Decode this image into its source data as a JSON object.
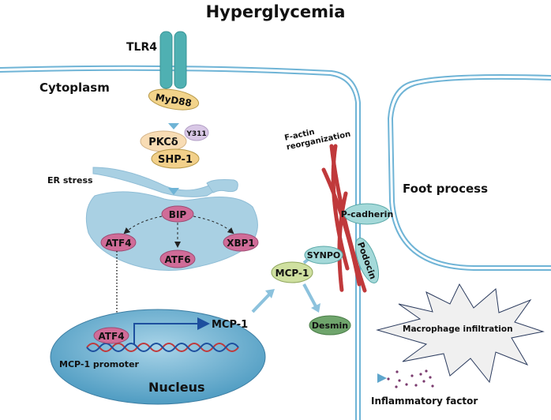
{
  "title": "Hyperglycemia",
  "labels": {
    "tlr4": "TLR4",
    "cytoplasm": "Cytoplasm",
    "er_stress": "ER stress",
    "factin": [
      "F-actin",
      "reorganization"
    ],
    "foot_process": "Foot process",
    "mcp1_out": "MCP-1",
    "promoter": "MCP-1 promoter",
    "nucleus": "Nucleus",
    "macrophage": "Macrophage  infiltration",
    "inflammatory": "Inflammatory factor"
  },
  "nodes": {
    "myd88": "MyD88",
    "pkc": "PKCδ",
    "y311": "Y311",
    "shp1": "SHP-1",
    "bip": "BIP",
    "atf4": "ATF4",
    "atf6": "ATF6",
    "xbp1": "XBP1",
    "atf4_nuc": "ATF4",
    "mcp1": "MCP-1",
    "synpo": "SYNPO",
    "desmin": "Desmin",
    "pcadherin": "P-cadherin",
    "podocin": "Podocin"
  },
  "colors": {
    "membrane": "#6fb4d6",
    "tlr4": "#4fb0b2",
    "yellow": "#f2d38a",
    "peach": "#f8dcb4",
    "lavender": "#d9c8e6",
    "er": "#a9d0e3",
    "pink": "#d06c98",
    "nucleus": "#5ea8cb",
    "green_light": "#cfe0a0",
    "teal_light": "#a4d9d9",
    "green_dark": "#6fa56c",
    "actin": "#c0393b",
    "dots": "#7a3a6e"
  }
}
